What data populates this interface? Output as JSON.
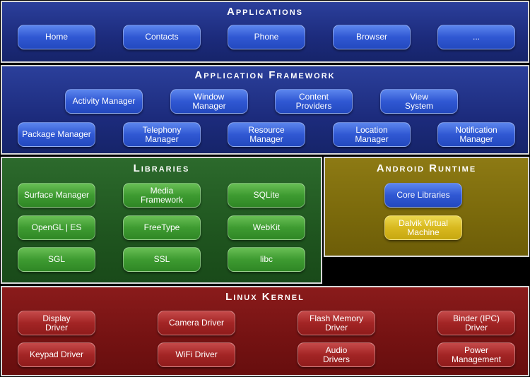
{
  "applications": {
    "title": "Applications",
    "items": [
      "Home",
      "Contacts",
      "Phone",
      "Browser",
      "..."
    ]
  },
  "framework": {
    "title": "Application Framework",
    "row1": [
      "Activity Manager",
      "Window\nManager",
      "Content\nProviders",
      "View\nSystem"
    ],
    "row2": [
      "Package Manager",
      "Telephony\nManager",
      "Resource\nManager",
      "Location\nManager",
      "Notification\nManager"
    ]
  },
  "libraries": {
    "title": "Libraries",
    "items": [
      "Surface Manager",
      "Media\nFramework",
      "SQLite",
      "OpenGL | ES",
      "FreeType",
      "WebKit",
      "SGL",
      "SSL",
      "libc"
    ]
  },
  "runtime": {
    "title": "Android Runtime",
    "items": [
      "Core Libraries",
      "Dalvik Virtual\nMachine"
    ]
  },
  "kernel": {
    "title": "Linux Kernel",
    "row1": [
      "Display\nDriver",
      "Camera Driver",
      "Flash Memory\nDriver",
      "Binder (IPC)\nDriver"
    ],
    "row2": [
      "Keypad Driver",
      "WiFi Driver",
      "Audio\nDrivers",
      "Power\nManagement"
    ]
  },
  "colors": {
    "applications": "#1c2b7c",
    "framework": "#1c2b7c",
    "libraries": "#1f551f",
    "runtime": "#7a690b",
    "kernel": "#741212"
  }
}
